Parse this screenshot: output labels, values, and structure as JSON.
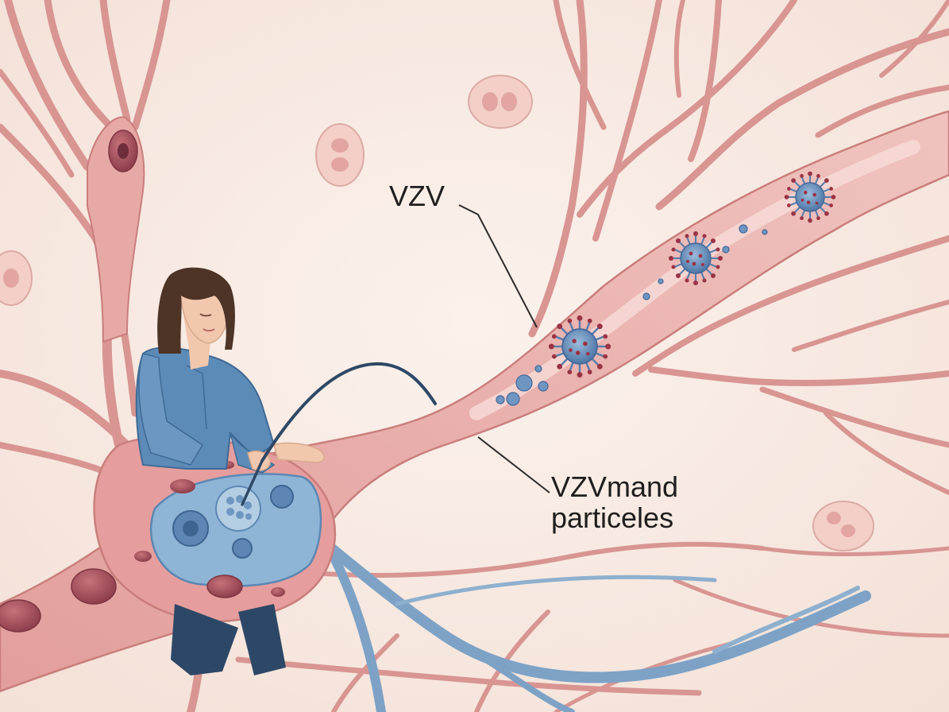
{
  "labels": {
    "vzv": "VZV",
    "particles_line1": "VZVmand",
    "particles_line2": "particeles"
  },
  "colors": {
    "background": "#f8ece4",
    "nerve_fill": "#e7a9a6",
    "nerve_edge": "#c97e7c",
    "nucleus": "#a9505e",
    "blue_fibers": "#7da2c6",
    "virus_core": "#5e86b5",
    "virus_spikes": "#9a3344",
    "shirt": "#5d8bb8",
    "hair": "#4e3327",
    "skin": "#f1c8ae",
    "jeans": "#2d4866",
    "leader_line": "#2b2b2b"
  }
}
